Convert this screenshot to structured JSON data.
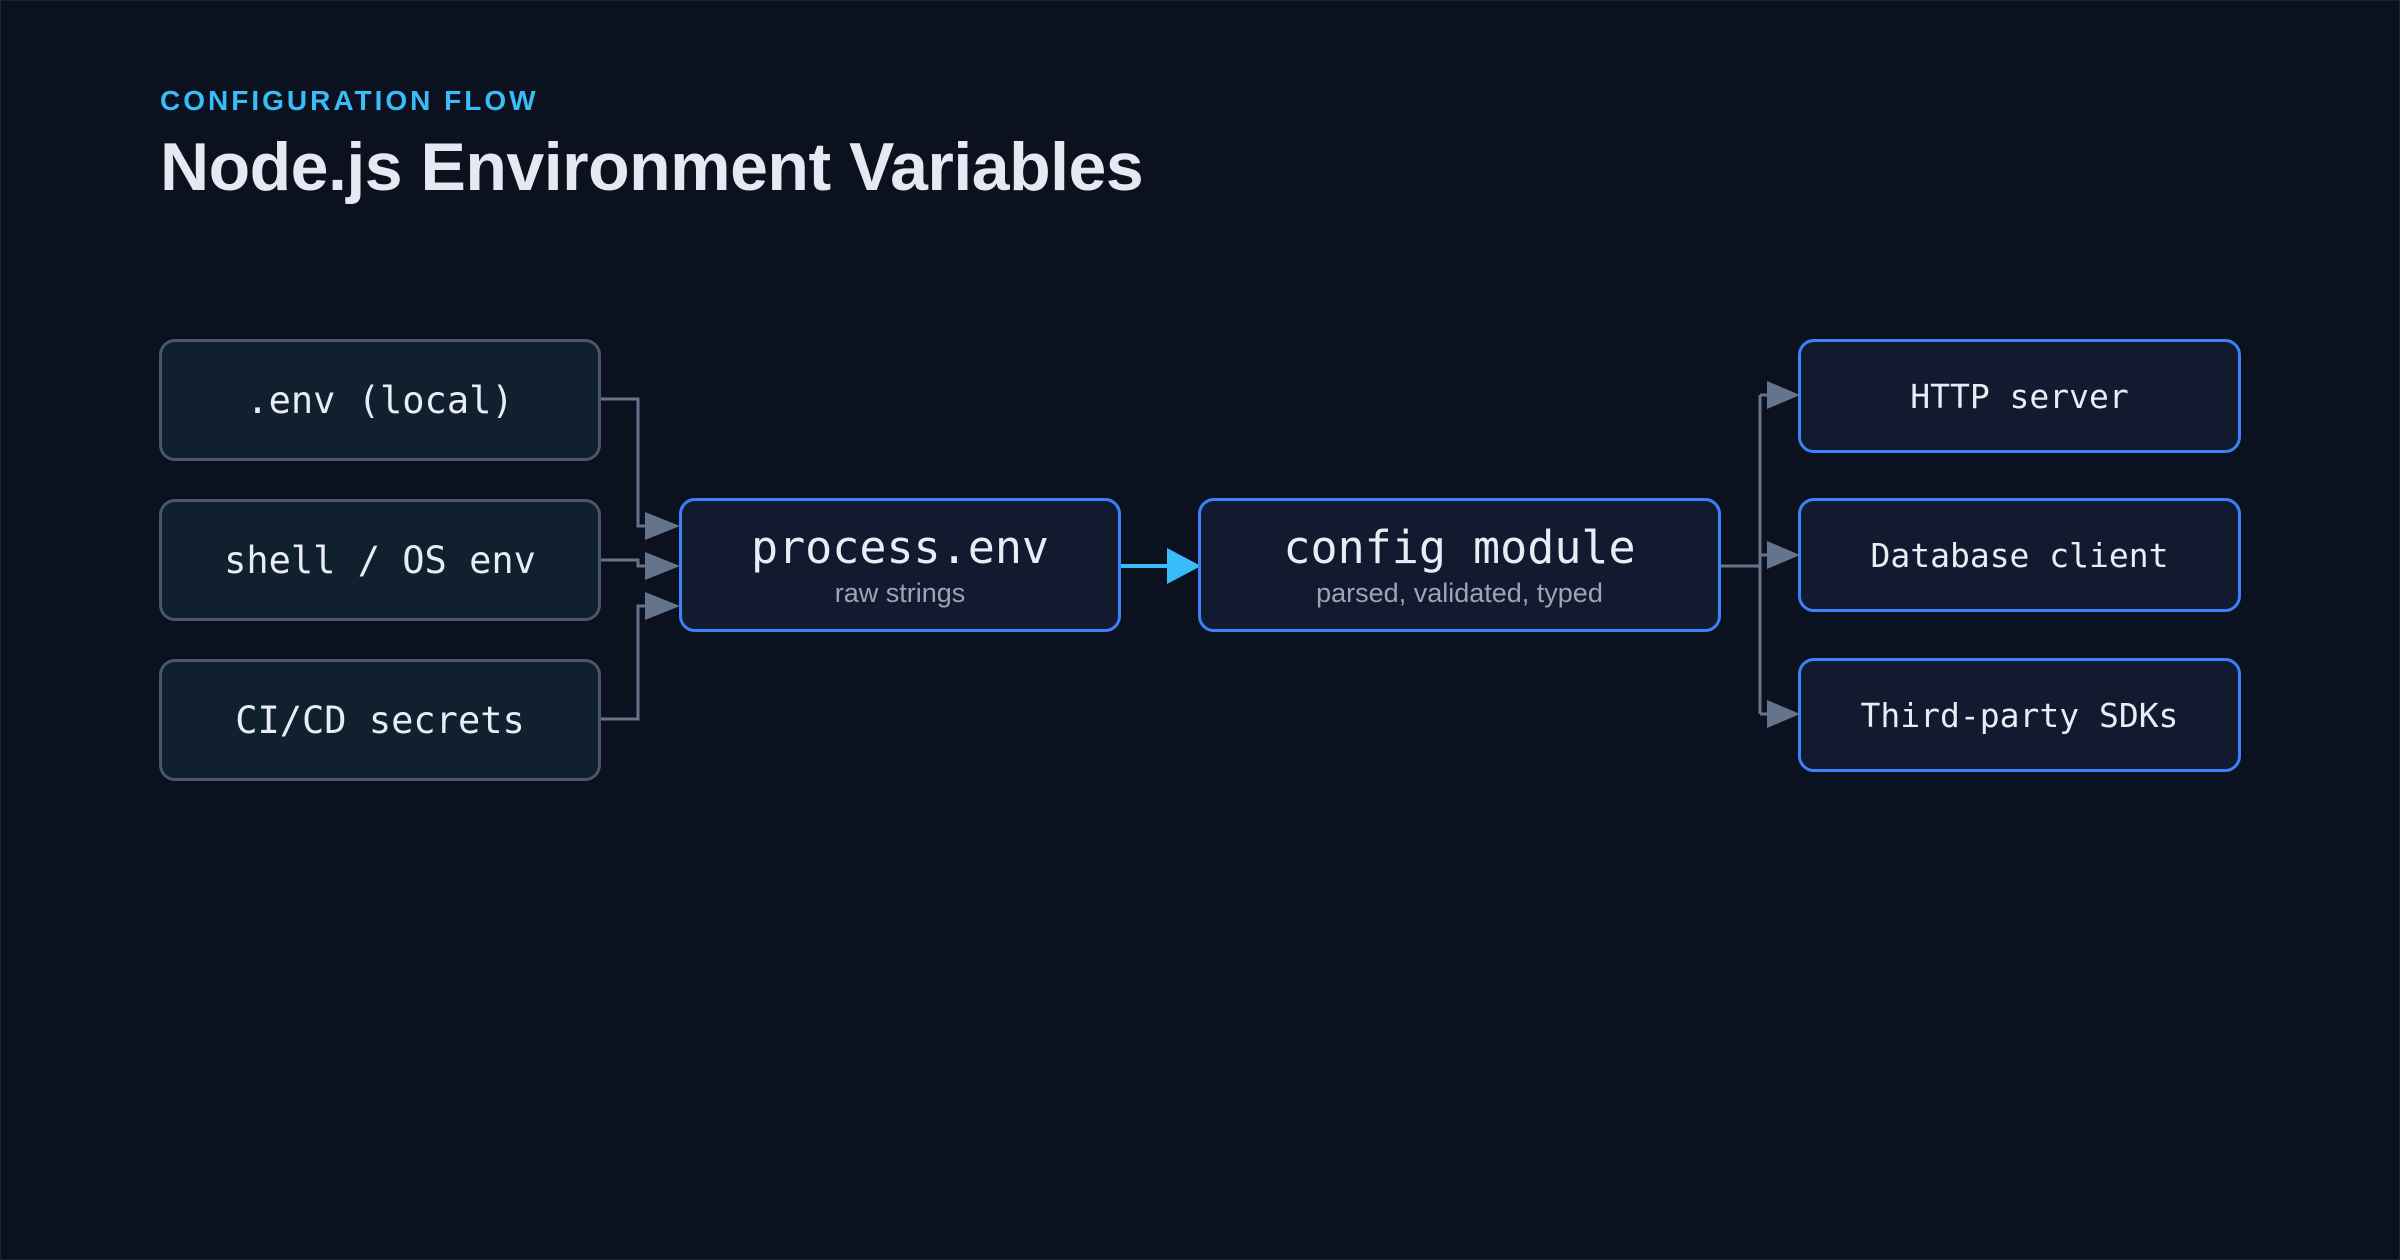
{
  "header": {
    "eyebrow": "CONFIGURATION FLOW",
    "title": "Node.js Environment Variables"
  },
  "sources": [
    {
      "label": ".env (local)"
    },
    {
      "label": "shell / OS env"
    },
    {
      "label": "CI/CD secrets"
    }
  ],
  "process_env": {
    "label": "process.env",
    "sublabel": "raw strings"
  },
  "config_module": {
    "label": "config module",
    "sublabel": "parsed, validated, typed"
  },
  "consumers": [
    {
      "label": "HTTP server"
    },
    {
      "label": "Database client"
    },
    {
      "label": "Third-party SDKs"
    }
  ],
  "colors": {
    "background": "#0b111e",
    "accent": "#38bdf8",
    "node_border": "#3b82f6",
    "source_border": "#4a5568",
    "connector": "#64748b"
  }
}
